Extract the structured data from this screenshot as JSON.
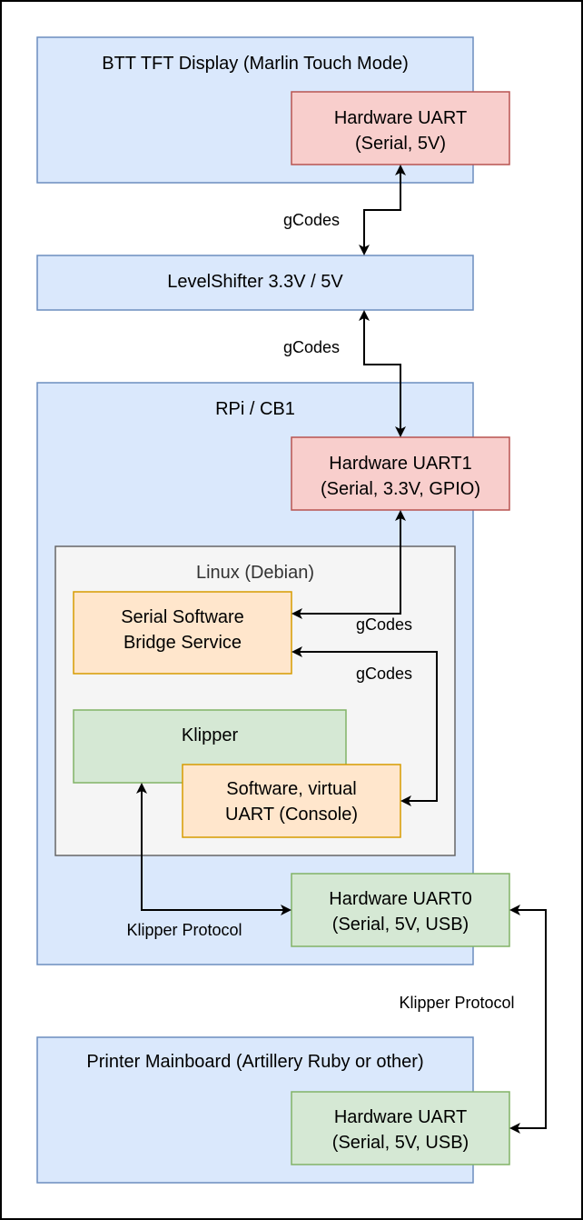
{
  "colors": {
    "blue_fill": "#dae8fc",
    "blue_stroke": "#6c8ebf",
    "red_fill": "#f8cecc",
    "red_stroke": "#b85450",
    "orange_fill": "#ffe6cc",
    "orange_stroke": "#d79b00",
    "green_fill": "#d5e8d4",
    "green_stroke": "#82b366",
    "gray_fill": "#f5f5f5",
    "gray_stroke": "#666666",
    "gray_text": "#333333"
  },
  "nodes": {
    "btt_tft": {
      "label": "BTT TFT Display (Marlin Touch Mode)"
    },
    "tft_uart": {
      "line1": "Hardware UART",
      "line2": "(Serial, 5V)"
    },
    "levelshifter": {
      "label": "LevelShifter 3.3V / 5V"
    },
    "rpi": {
      "label": "RPi / CB1"
    },
    "uart1": {
      "line1": "Hardware UART1",
      "line2": "(Serial, 3.3V, GPIO)"
    },
    "linux": {
      "label": "Linux (Debian)"
    },
    "bridge": {
      "line1": "Serial Software",
      "line2": "Bridge Service"
    },
    "klipper": {
      "label": "Klipper"
    },
    "virtual_uart": {
      "line1": "Software, virtual",
      "line2": "UART (Console)"
    },
    "uart0": {
      "line1": "Hardware UART0",
      "line2": "(Serial, 5V, USB)"
    },
    "mainboard": {
      "label": "Printer Mainboard (Artillery Ruby or other)"
    },
    "mainboard_uart": {
      "line1": "Hardware UART",
      "line2": "(Serial, 5V, USB)"
    }
  },
  "edges": {
    "tft_to_shifter": {
      "label": "gCodes"
    },
    "shifter_to_uart1": {
      "label": "gCodes"
    },
    "uart1_to_bridge": {
      "label": "gCodes"
    },
    "bridge_to_virtual": {
      "label": "gCodes"
    },
    "klipper_to_uart0": {
      "label": "Klipper Protocol"
    },
    "uart0_to_mainboard": {
      "label": "Klipper Protocol"
    }
  }
}
